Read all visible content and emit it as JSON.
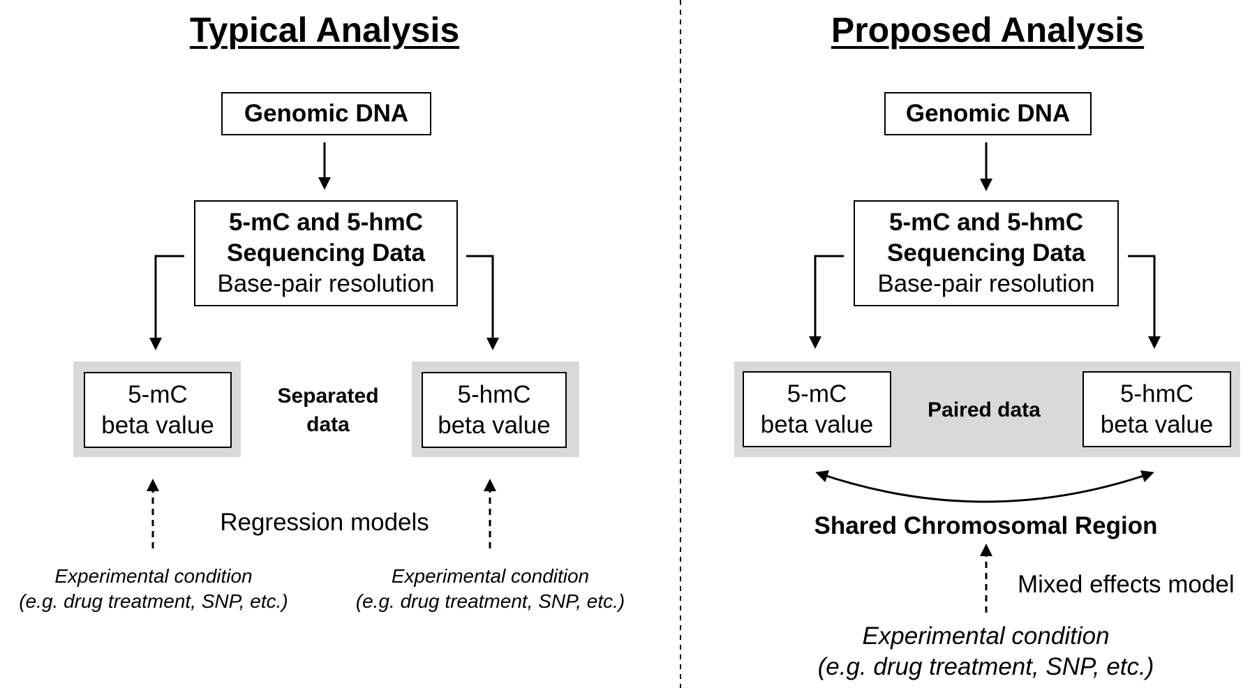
{
  "left": {
    "title": "Typical Analysis",
    "genomic_dna": "Genomic DNA",
    "seq_line1": "5-mC and 5-hmC",
    "seq_line2": "Sequencing Data",
    "seq_line3": "Base-pair resolution",
    "mc_line1": "5-mC",
    "mc_line2": "beta value",
    "hmc_line1": "5-hmC",
    "hmc_line2": "beta value",
    "separated_line1": "Separated",
    "separated_line2": "data",
    "regression": "Regression models",
    "cond_a_line1": "Experimental  condition",
    "cond_a_line2": "(e.g. drug treatment,  SNP, etc.)",
    "cond_b_line1": "Experimental  condition",
    "cond_b_line2": "(e.g. drug treatment,  SNP, etc.)"
  },
  "right": {
    "title": "Proposed Analysis",
    "genomic_dna": "Genomic DNA",
    "seq_line1": "5-mC and 5-hmC",
    "seq_line2": "Sequencing Data",
    "seq_line3": "Base-pair resolution",
    "mc_line1": "5-mC",
    "mc_line2": "beta value",
    "hmc_line1": "5-hmC",
    "hmc_line2": "beta value",
    "paired": "Paired data",
    "shared_region": "Shared Chromosomal Region",
    "mixed_model": "Mixed effects model",
    "cond_line1": "Experimental condition",
    "cond_line2": "(e.g. drug treatment, SNP, etc.)"
  }
}
